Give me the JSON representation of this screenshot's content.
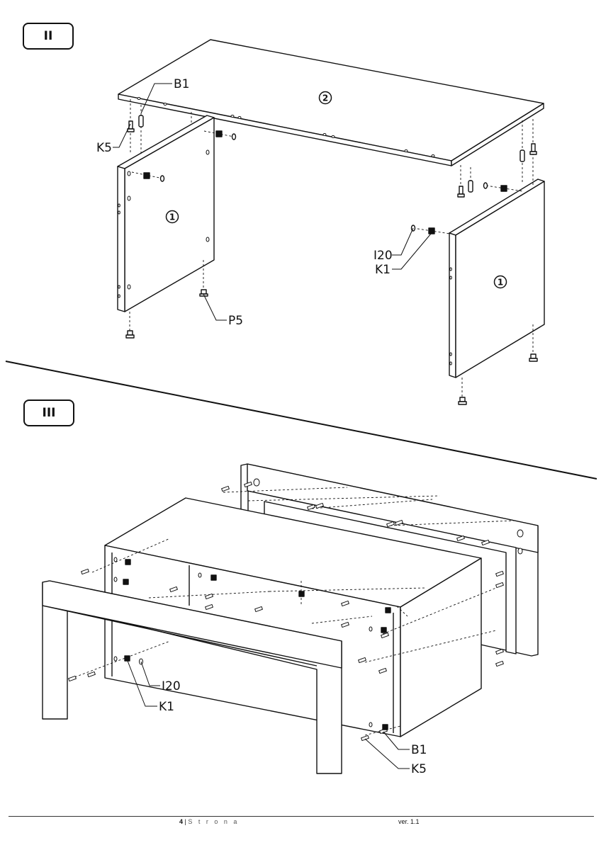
{
  "steps": {
    "step2": "II",
    "step3": "III"
  },
  "part_numbers": {
    "panel_left": "1",
    "panel_right": "1",
    "top": "2"
  },
  "callouts": {
    "b1_top": "B1",
    "k5_top": "K5",
    "p5": "P5",
    "i20_top": "I20",
    "k1_top": "K1",
    "i20_bottom": "I20",
    "k1_bottom": "K1",
    "b1_bottom": "B1",
    "k5_bottom": "K5"
  },
  "footer": {
    "page_number": "4",
    "separator": "|",
    "page_word": "S t r o n a",
    "version": "ver. 1.1"
  }
}
